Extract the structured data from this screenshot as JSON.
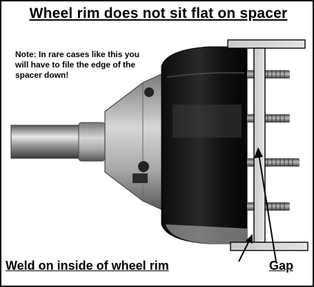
{
  "title": "Wheel rim does not sit flat on spacer",
  "note": "Note: In rare cases like this you will have to file the edge of the spacer down!",
  "labels": {
    "weld": "Weld on inside of wheel rim",
    "gap": "Gap"
  }
}
